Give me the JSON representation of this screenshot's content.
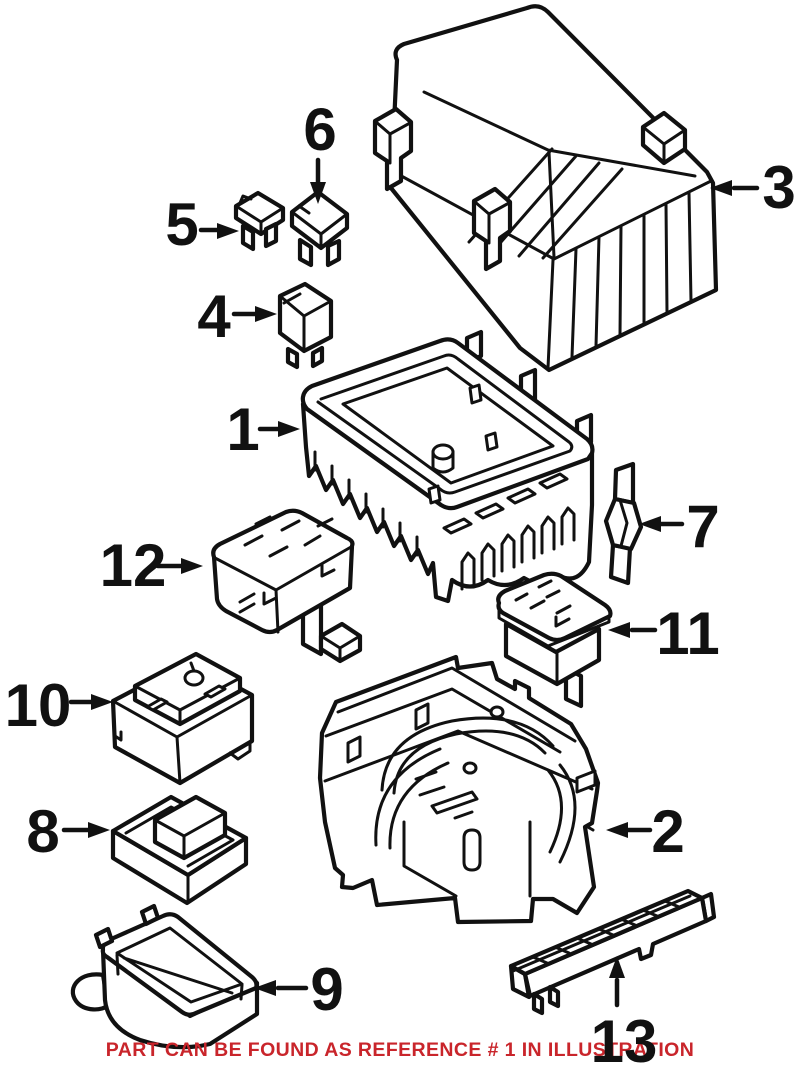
{
  "diagram": {
    "background": "#ffffff",
    "line_color": "#111111",
    "footer": {
      "text": "PART CAN BE FOUND AS REFERENCE # 1 IN ILLUSTRATION",
      "color": "#c9252b"
    },
    "callouts": [
      {
        "label": "1"
      },
      {
        "label": "2"
      },
      {
        "label": "3"
      },
      {
        "label": "4"
      },
      {
        "label": "5"
      },
      {
        "label": "6"
      },
      {
        "label": "7"
      },
      {
        "label": "8"
      },
      {
        "label": "9"
      },
      {
        "label": "10"
      },
      {
        "label": "11"
      },
      {
        "label": "12"
      },
      {
        "label": "13"
      }
    ]
  }
}
